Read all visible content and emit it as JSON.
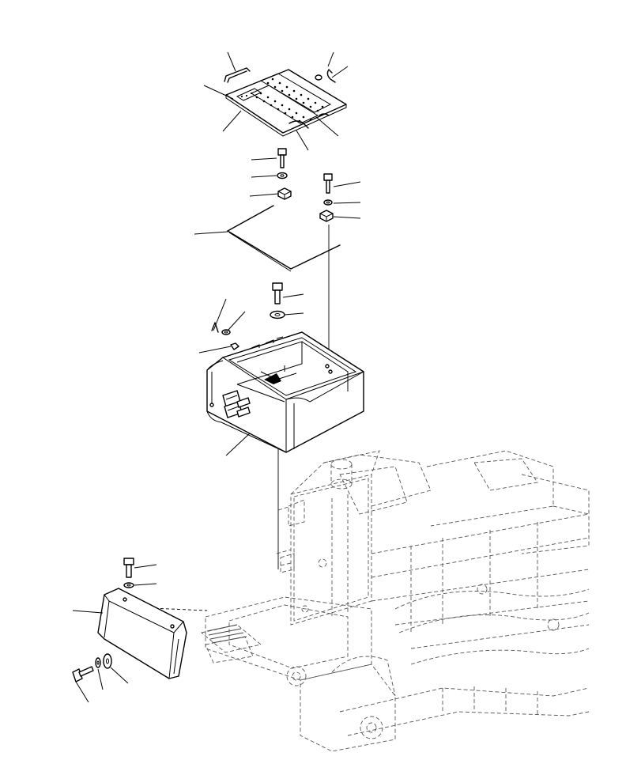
{
  "diagram": {
    "type": "exploded-parts-view",
    "colors": {
      "ink": "#000000",
      "background": "#ffffff",
      "frame": "#555555"
    },
    "parts": [
      "top-plate",
      "handle",
      "cable-clip",
      "bolt-upper-left",
      "washer-upper-left",
      "nut-upper-left",
      "bolt-upper-right",
      "washer-upper-right",
      "nut-upper-right",
      "gasket-seal",
      "bolt-center",
      "washer-center",
      "box-housing",
      "clip-left",
      "washer-left",
      "side-cover",
      "bolt-side-cover",
      "washer-side-cover",
      "bolt-lower",
      "washer-lower-small",
      "washer-lower-large",
      "machine-frame"
    ]
  }
}
